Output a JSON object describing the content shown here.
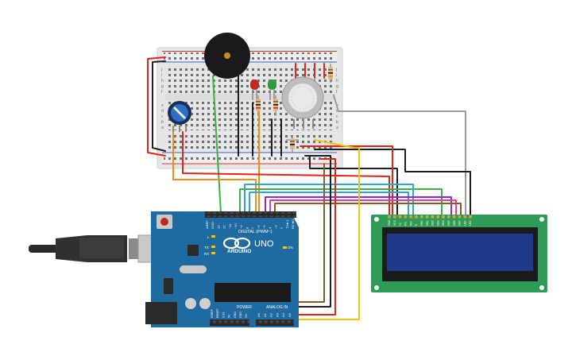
{
  "board": {
    "brand": "ARDUINO",
    "model": "UNO",
    "digital_header": "DIGITAL (PWM~)",
    "power_header": "POWER",
    "analog_header": "ANALOG IN",
    "on_label": "ON",
    "l_label": "L",
    "tx_label": "TX",
    "rx_label": "RX",
    "digital_pins": [
      "AREF",
      "GND",
      "13",
      "12",
      "~11",
      "~10",
      "~9",
      "8",
      "7",
      "~6",
      "~5",
      "4",
      "~3",
      "2",
      "TX►1",
      "RX◄0"
    ],
    "power_pins": [
      "IOREF",
      "RESET",
      "3.3V",
      "5V",
      "GND",
      "GND",
      "Vin"
    ],
    "analog_pins": [
      "A0",
      "A1",
      "A2",
      "A3",
      "A4",
      "A5"
    ]
  },
  "lcd": {
    "pin_labels": [
      "GND",
      "VCC",
      "V0",
      "RS",
      "RW",
      "E",
      "DB0",
      "DB1",
      "DB2",
      "DB3",
      "DB4",
      "DB5",
      "DB6",
      "DB7",
      "LED",
      "LED"
    ]
  },
  "breadboard": {
    "row_letters": [
      "j",
      "i",
      "h",
      "g",
      "f",
      "e",
      "d",
      "c",
      "b",
      "a"
    ]
  },
  "colors": {
    "board": "#1f6aa0",
    "breadboard": "#e8e8e8",
    "lcd_pcb": "#2e9c57",
    "lcd_screen": "#1f3a8a",
    "wire_red": "#e2231a",
    "wire_black": "#1e1e1e",
    "wire_green": "#3cb043",
    "wire_orange": "#f08a1a",
    "wire_blue": "#29a8e0",
    "wire_yellow": "#f2c40a",
    "wire_purple": "#8e2bd0",
    "wire_pink": "#e0409b",
    "wire_brown": "#8b5a2b",
    "wire_gray": "#9a9a9a",
    "led_red": "#c0281c",
    "led_green": "#2f9a3a"
  }
}
